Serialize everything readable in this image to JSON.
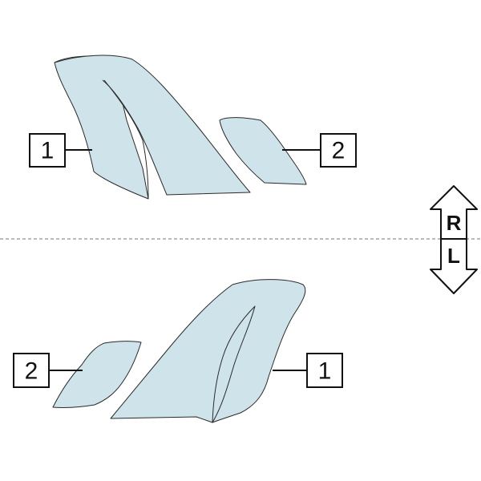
{
  "top_side": {
    "callout_1": "1",
    "callout_2": "2"
  },
  "bottom_side": {
    "callout_1": "1",
    "callout_2": "2"
  },
  "side_indicator": {
    "upper_label": "R",
    "lower_label": "L"
  },
  "colors": {
    "panel_fill": "#cfe3ea",
    "outline": "#2a2a2a",
    "divider": "#777777"
  }
}
